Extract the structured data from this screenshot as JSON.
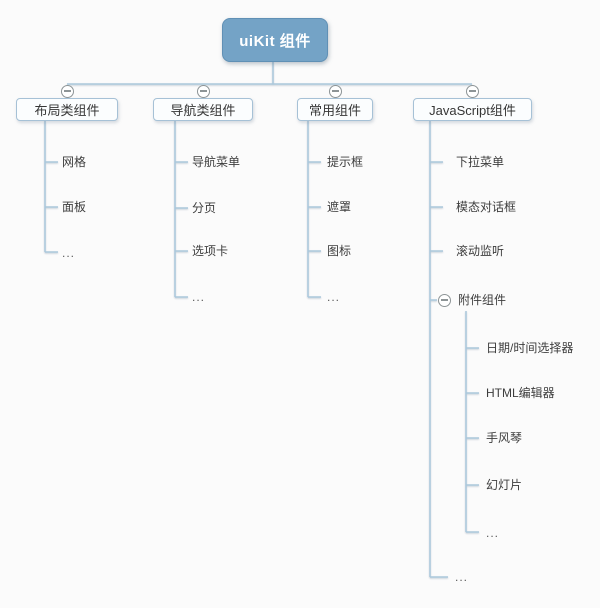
{
  "root": {
    "label": "uiKit 组件"
  },
  "branches": [
    {
      "label": "布局类组件",
      "children": [
        "网格",
        "面板",
        "..."
      ]
    },
    {
      "label": "导航类组件",
      "children": [
        "导航菜单",
        "分页",
        "选项卡",
        "..."
      ]
    },
    {
      "label": "常用组件",
      "children": [
        "提示框",
        "遮罩",
        "图标",
        "..."
      ]
    },
    {
      "label": "JavaScript组件",
      "children": [
        "下拉菜单",
        "模态对话框",
        "滚动监听",
        "附件组件",
        "..."
      ],
      "subtree": {
        "children": [
          "日期/时间选择器",
          "HTML编辑器",
          "手风琴",
          "幻灯片",
          "..."
        ]
      }
    }
  ],
  "icons": {
    "collapse_toggle": "minus-circle"
  },
  "colors": {
    "root_fill": "#74a3c6",
    "root_border": "#6090b5",
    "root_text": "#ffffff",
    "node_fill": "#fbfdfe",
    "node_border": "#a6c1d6",
    "node_text": "#363636",
    "connector": "#abc8dc",
    "toggle_stroke": "#8d9496",
    "background": "#fbfbfb"
  }
}
